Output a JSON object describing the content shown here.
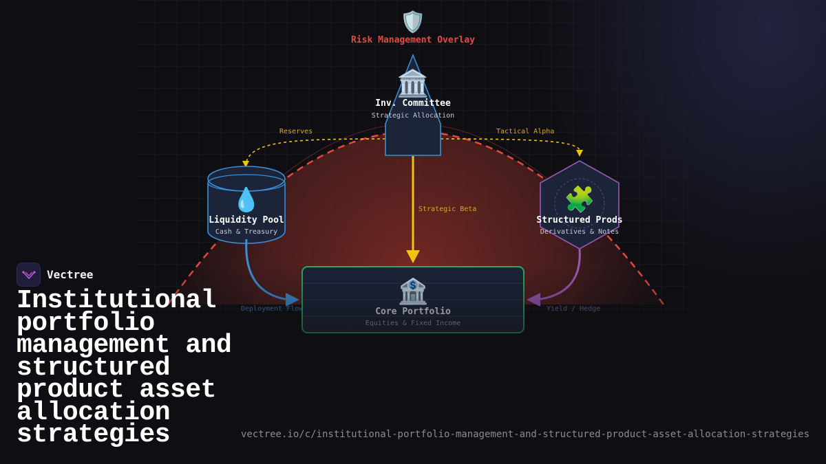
{
  "diagram": {
    "overlay": {
      "icon": "shield-icon",
      "label": "Risk Management Overlay",
      "color": "#e8483f"
    },
    "nodes": {
      "committee": {
        "icon": "classical-building-icon",
        "title": "Inv. Committee",
        "subtitle": "Strategic Allocation",
        "color": "#3a8fd6"
      },
      "liquidity": {
        "icon": "droplet-icon",
        "title": "Liquidity Pool",
        "subtitle": "Cash & Treasury",
        "color": "#3a8fd6"
      },
      "structured": {
        "icon": "puzzle-piece-icon",
        "title": "Structured Prods",
        "subtitle": "Derivatives & Notes",
        "color": "#9b59b6"
      },
      "core": {
        "icon": "bank-icon",
        "title": "Core Portfolio",
        "subtitle": "Equities & Fixed Income",
        "color": "#27ae60"
      }
    },
    "edges": {
      "reserves": {
        "label": "Reserves",
        "color": "#f1c40f"
      },
      "tactical": {
        "label": "Tactical Alpha",
        "color": "#f1c40f"
      },
      "beta": {
        "label": "Strategic Beta",
        "color": "#f1c40f"
      },
      "deployment": {
        "label": "Deployment Flow",
        "color": "#3a8fd6"
      },
      "yield": {
        "label": "Yield / Hedge",
        "color": "#9b59b6"
      }
    }
  },
  "brand": {
    "name": "Vectree",
    "icon": "vectree-logo-icon"
  },
  "headline": "Institutional portfolio management and structured product asset allocation strategies",
  "url": "vectree.io/c/institutional-portfolio-management-and-structured-product-asset-allocation-strategies"
}
